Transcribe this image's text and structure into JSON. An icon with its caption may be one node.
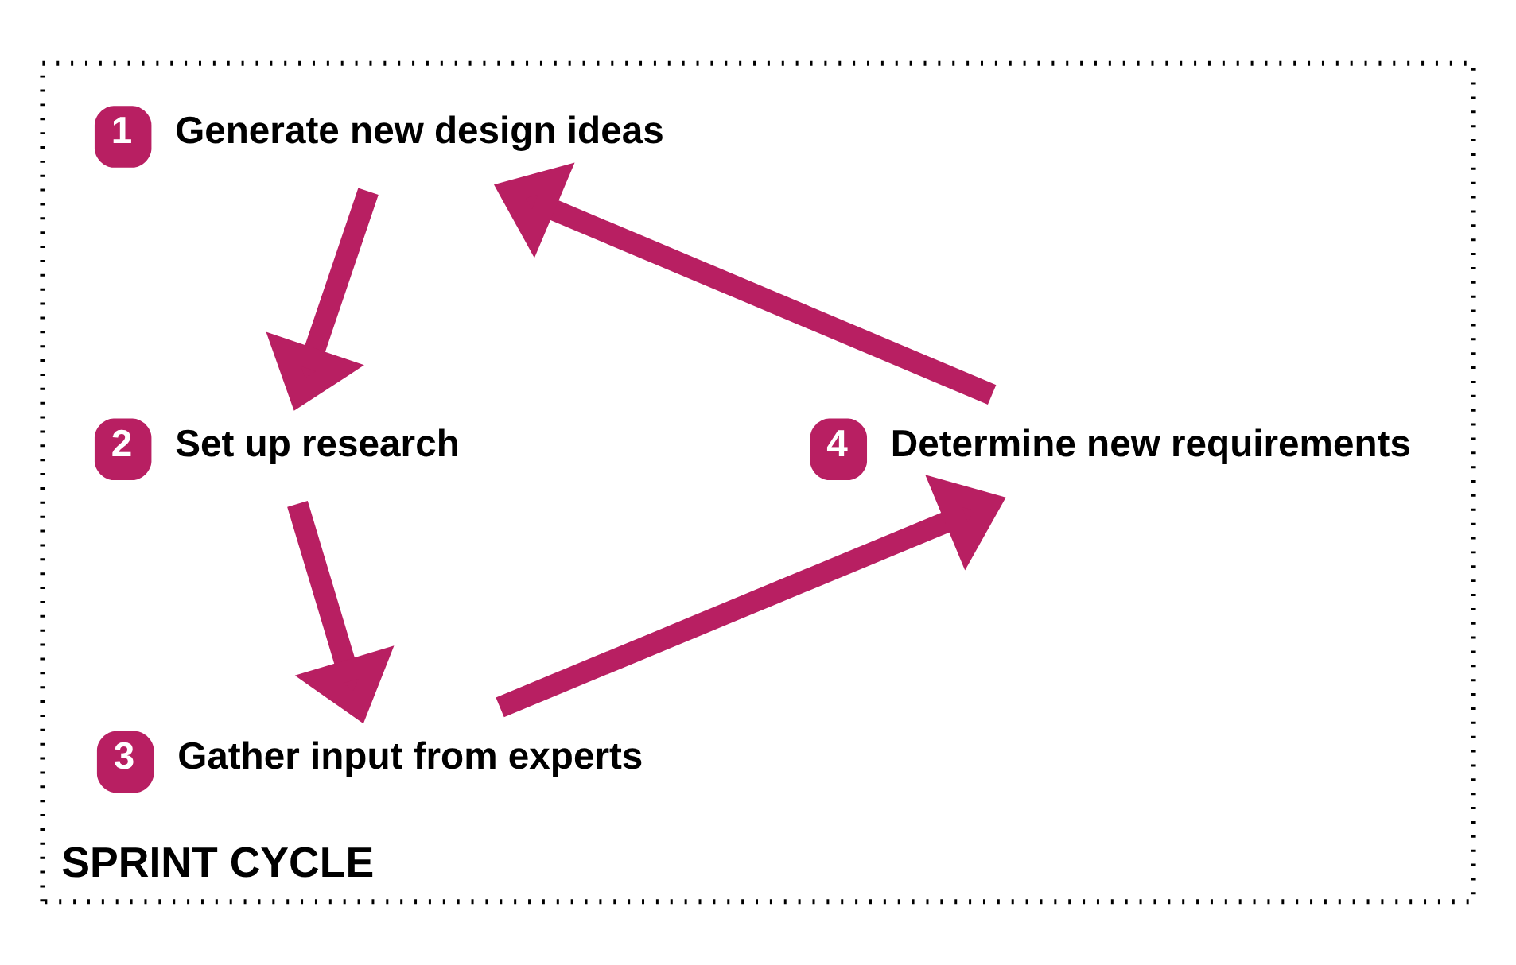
{
  "diagram": {
    "nodes": [
      {
        "text": [
          "SPRINT CYCLE"
        ]
      },
      {
        "text": [
          "1",
          "Generate new design ideas"
        ],
        "in": 0
      },
      {
        "text": [
          "2",
          "Set up research"
        ],
        "in": 0
      },
      {
        "text": [
          "3",
          "Gather input from experts"
        ],
        "in": 0
      },
      {
        "text": [
          "4",
          "Determine new requirements"
        ],
        "in": 0
      }
    ],
    "edges": [
      {
        "from": 1,
        "to": 2,
        "arrow": "to"
      },
      {
        "from": 2,
        "to": 3,
        "arrow": "to"
      },
      {
        "from": 3,
        "to": 4,
        "arrow": "to"
      },
      {
        "from": 4,
        "to": 1,
        "arrow": "to"
      }
    ]
  }
}
